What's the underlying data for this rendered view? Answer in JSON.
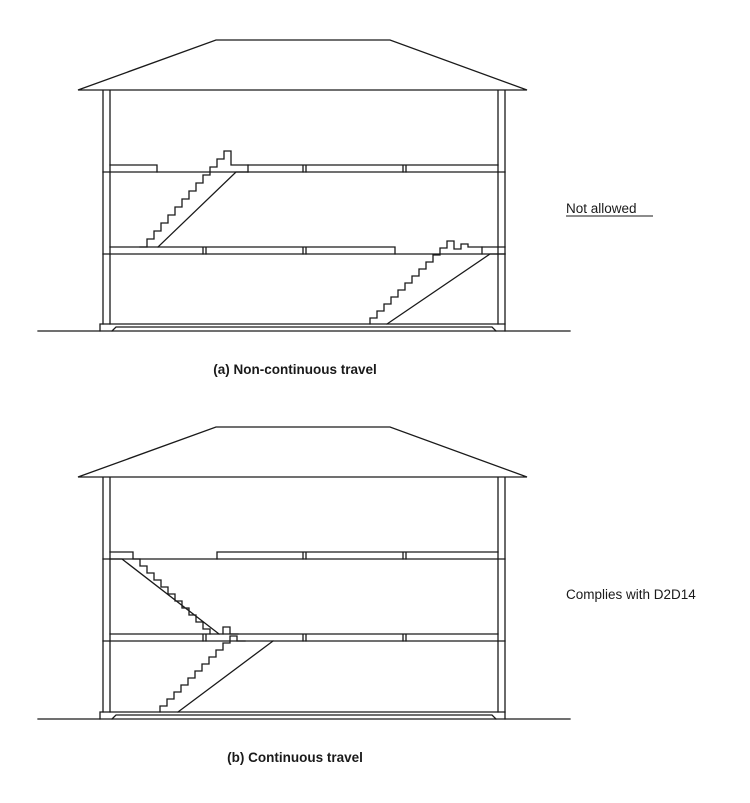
{
  "diagram_a": {
    "caption": "(a) Non-continuous travel",
    "note": "Not allowed"
  },
  "diagram_b": {
    "caption": "(b) Continuous travel",
    "note": "Complies with D2D14"
  }
}
